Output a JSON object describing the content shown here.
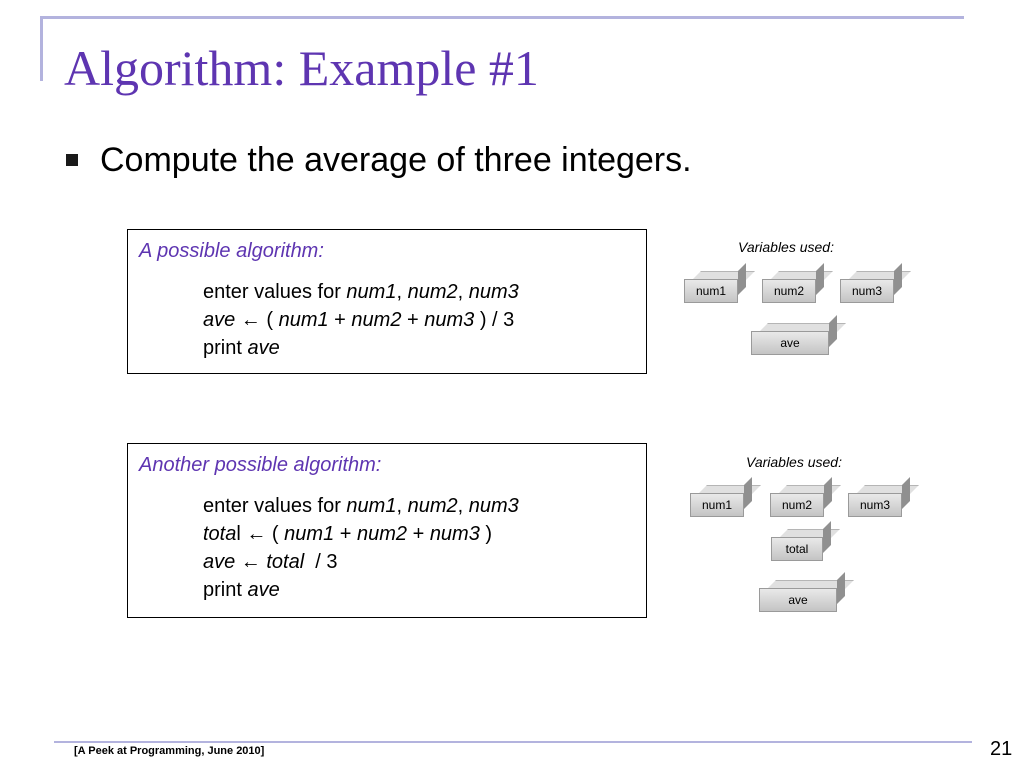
{
  "slide": {
    "title": "Algorithm: Example #1",
    "bullet": "Compute the average of three integers.",
    "footer": "[A Peek at Programming, June 2010]",
    "page_number": "21"
  },
  "box1": {
    "heading": "A possible algorithm:",
    "line1": {
      "text1": "enter values for ",
      "v1": "num1",
      "s1": ", ",
      "v2": "num2",
      "s2": ", ",
      "v3": "num3"
    },
    "line2": {
      "v1": "ave",
      "t1": " ← ( ",
      "v2": "num1",
      "t2": " + ",
      "v3": "num2",
      "t3": " + ",
      "v4": "num3",
      "t4": " ) / 3"
    },
    "line3": {
      "text1": "print ",
      "v1": "ave"
    },
    "vars_label": "Variables used:",
    "vars": [
      "num1",
      "num2",
      "num3",
      "ave"
    ]
  },
  "box2": {
    "heading": "Another possible algorithm:",
    "line1": {
      "text1": "enter values for ",
      "v1": "num1",
      "s1": ", ",
      "v2": "num2",
      "s2": ", ",
      "v3": "num3"
    },
    "line2": {
      "v1": "tota",
      "t0": "l",
      "t1": " ← ( ",
      "v2": "num1",
      "t2": " + ",
      "v3": "num2",
      "t3": " + ",
      "v4": "num3",
      "t4": " )"
    },
    "line3": {
      "v1": "ave",
      "t1": " ← ",
      "v2": "total",
      "t2": "  / 3"
    },
    "line4": {
      "text1": "print ",
      "v1": "ave"
    },
    "vars_label": "Variables used:",
    "vars": [
      "num1",
      "num2",
      "num3",
      "total",
      "ave"
    ]
  },
  "colors": {
    "title": "#5e35b1",
    "heading": "#5e35b1",
    "decoration": "#b3b3de"
  }
}
